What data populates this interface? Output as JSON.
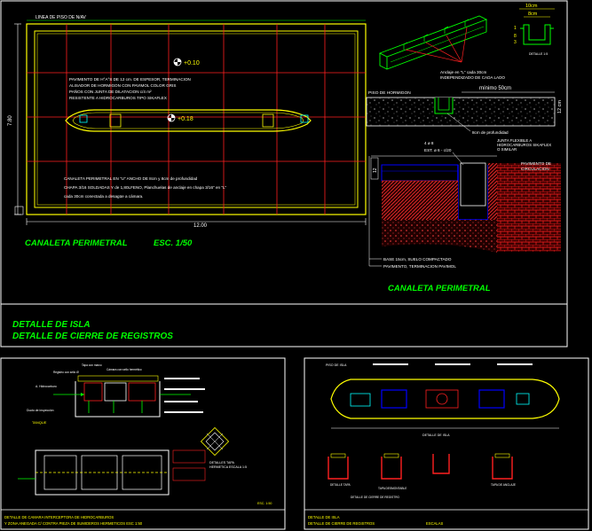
{
  "colors": {
    "background": "#000000",
    "frame": "#ffffff",
    "plan": "#ffff00",
    "grid": "#ff0000",
    "title": "#00ff00",
    "text": "#ffffff",
    "accent": "#00ffff",
    "section": "#0000ff",
    "hatch": "#ff0000"
  },
  "island_plan": {
    "top_label": "LINEA DE PISO DE N/AV",
    "level_upper": "+0.10",
    "level_center": "+0.18",
    "dim_width": "12.00",
    "dim_height": "7.80",
    "note_paving": [
      "PAVIMENTO DE H°A°S DE 12 cm. DE ESPESOR, TERMINACION",
      "ALISADOR DE HORMIGON CON PAVIMOL COLOR GRIS",
      "PAÑOS CON JUNTA DE DILATACION c/4 m²",
      "RESISTENTE A HIDROCARBUROS TIPO SIKAFLEX"
    ],
    "note_gutter": [
      "CANALETA PERIMETRAL EN \"U\" ANCHO DE 8cm y 8cm de profundidad",
      "CHAPA 3/16 SOLDADAS Y de 1,80LFENO, Planchuelas de anclaje en chapa 3/16\" en \"L\"",
      "cada 30cm conectada a desagüe a cámara."
    ],
    "caption": "CANALETA PERIMETRAL",
    "scale": "ESC. 1/50"
  },
  "gutter_detail": {
    "dim_top": "10cm",
    "dim_mid": "8cm",
    "dim_small": "1",
    "dim_side": "8",
    "dim_side2": "3",
    "iso_label": "Anclaje en \"L\" cada 30cm",
    "iso_label2": "INDEPENDIZADO DE CADA LADO",
    "concrete_label": "PISO DE HORMIGON",
    "min_width": "mínimo 50cm",
    "depth_label": "12 cm",
    "sealant_label": "8cm de profundidad",
    "small_tag": "DETALLE 1:5"
  },
  "gutter_section": {
    "rebar": "4 ø 8",
    "stirrups": "EST. ø 6 - c/20",
    "dim_left": "12",
    "joint_label": [
      "JUNTA FLEXIBLE A",
      "HIDROCARBUROS SIKAFLEX",
      "O SIMILAR"
    ],
    "pavement_label": [
      "PAVIMENTO DE",
      "CIRCULACION"
    ],
    "base_label": "BASE 15cm, SUELO COMPACTADO",
    "floor_label": "PAVIMENTO, TERMINACION PAVIMOL",
    "caption": "CANALETA PERIMETRAL"
  },
  "main_titles": {
    "line1": "DETALLE DE ISLA",
    "line2": "DETALLE DE CIERRE DE REGISTROS"
  },
  "sheet_left": {
    "labels_top": [
      "Tapa con marco",
      "Cámara con sello hermético",
      "Registro con sello Ø"
    ],
    "label_a": "A. Hidrocarburo",
    "label_b": "Ducto de inspección",
    "label_tank": "TANQUE",
    "label_detail": "DETALLES TAPA",
    "label_detail2": "HERMETICA ESCALA 1:5",
    "label_scale": "ESC. 1:50",
    "caption1": "DETALLE DE CAMARA INTERCEPTORA DE HIDROCARBUROS",
    "caption2": "Y ZONA ANEGADA C/ CONTRA PIEZA DE SUMIDEROS HERMETICOS ESC 1:50"
  },
  "sheet_right": {
    "label_top_left": "PISO DE ISLA",
    "label_plan": "DETALLE DE ISLA",
    "label_s1": "DETALLE TAPA",
    "label_s2": "TAPA DESMONTABLE",
    "label_s3": "TAPA DE ANCLAJE",
    "label_s4": "DETALLE DE CIERRE DE REGISTRO",
    "caption1": "DETALLE DE ISLA",
    "caption2": "DETALLE DE CIERRE DE REGISTROS",
    "caption3": "ESCALAS"
  }
}
